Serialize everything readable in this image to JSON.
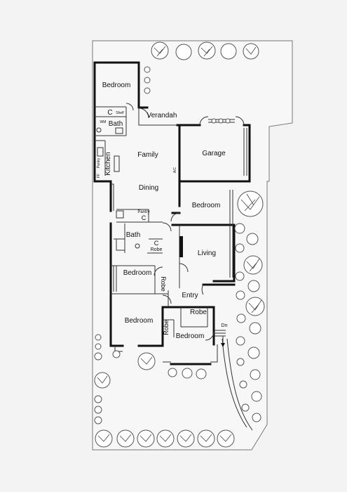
{
  "rooms": {
    "bedroom_top": "Bedroom",
    "verandah": "Verandah",
    "bath_top": "Bath",
    "c_top": "C",
    "shelf": "Shelf",
    "family": "Family",
    "kitchen": "Kitchen",
    "pantry_top": "Pantry",
    "garage": "Garage",
    "ac": "A/C",
    "dining": "Dining",
    "bedroom_mid_right": "Bedroom",
    "pantry_mid": "Pantry",
    "c_mid": "C",
    "bath_mid": "Bath",
    "c_robe": "C",
    "robe_small": "Robe",
    "living": "Living",
    "bedroom_mid_left": "Bedroom",
    "robe_vertical": "Robe",
    "entry": "Entry",
    "robe_entry": "Robe",
    "bedroom_bottom_left": "Bedroom",
    "robe_bottom": "Robe",
    "bedroom_bottom_right": "Bedroom",
    "dn": "Dn",
    "wm": "WM",
    "fridge": "FF"
  }
}
